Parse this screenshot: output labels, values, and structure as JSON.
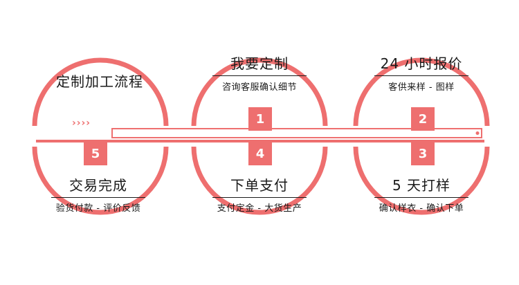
{
  "intro": {
    "title": "定制加工流程"
  },
  "arrows": "››››",
  "steps": [
    {
      "number": "1",
      "title": "我要定制",
      "subtitle": "咨询客服确认细节"
    },
    {
      "number": "2",
      "title": "24 小时报价",
      "subtitle": "客供来样 - 图样"
    },
    {
      "number": "3",
      "title": "5 天打样",
      "subtitle": "确认样衣 - 确认下单"
    },
    {
      "number": "4",
      "title": "下单支付",
      "subtitle": "支付定金 - 大货生产"
    },
    {
      "number": "5",
      "title": "交易完成",
      "subtitle": "验货付款 - 评价反馈"
    }
  ],
  "colors": {
    "accent": "#ee6f6f",
    "text": "#1a1a1a",
    "background": "#ffffff"
  }
}
